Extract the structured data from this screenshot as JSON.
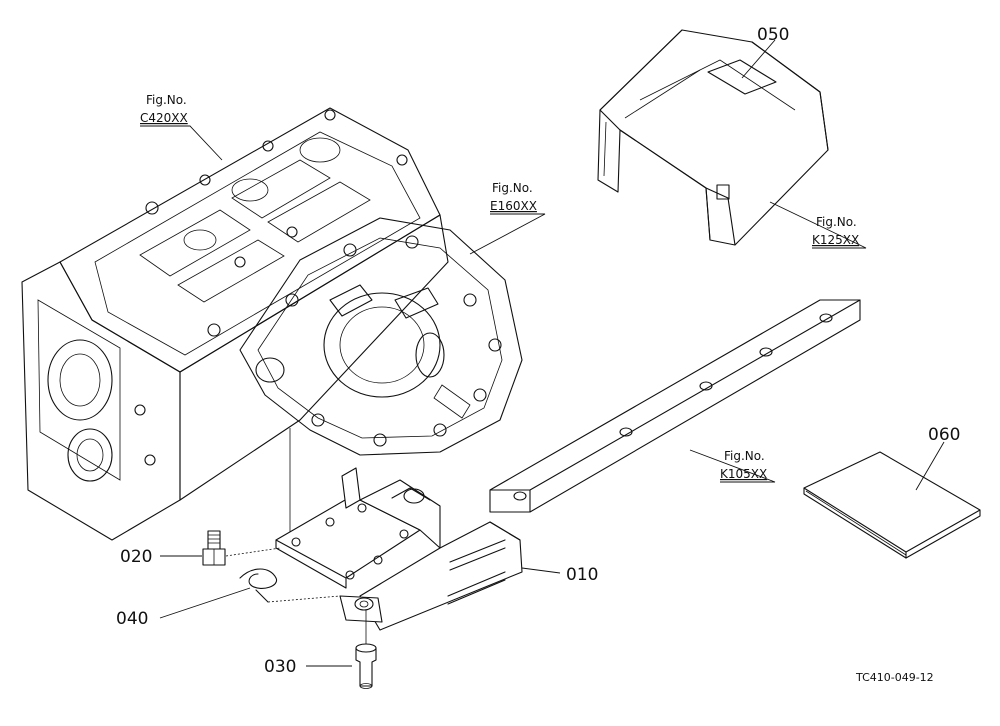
{
  "figure": {
    "code": "TC410-049-12",
    "colors": {
      "ink": "#111111",
      "paper": "#ffffff"
    }
  },
  "parts": {
    "p010": "010",
    "p020": "020",
    "p030": "030",
    "p040": "040",
    "p050": "050",
    "p060": "060"
  },
  "references": {
    "c420": {
      "prefix": "Fig.No.",
      "code": "C420XX"
    },
    "e160": {
      "prefix": "Fig.No.",
      "code": "E160XX"
    },
    "k125": {
      "prefix": "Fig.No.",
      "code": "K125XX"
    },
    "k105": {
      "prefix": "Fig.No.",
      "code": "K105XX"
    }
  }
}
